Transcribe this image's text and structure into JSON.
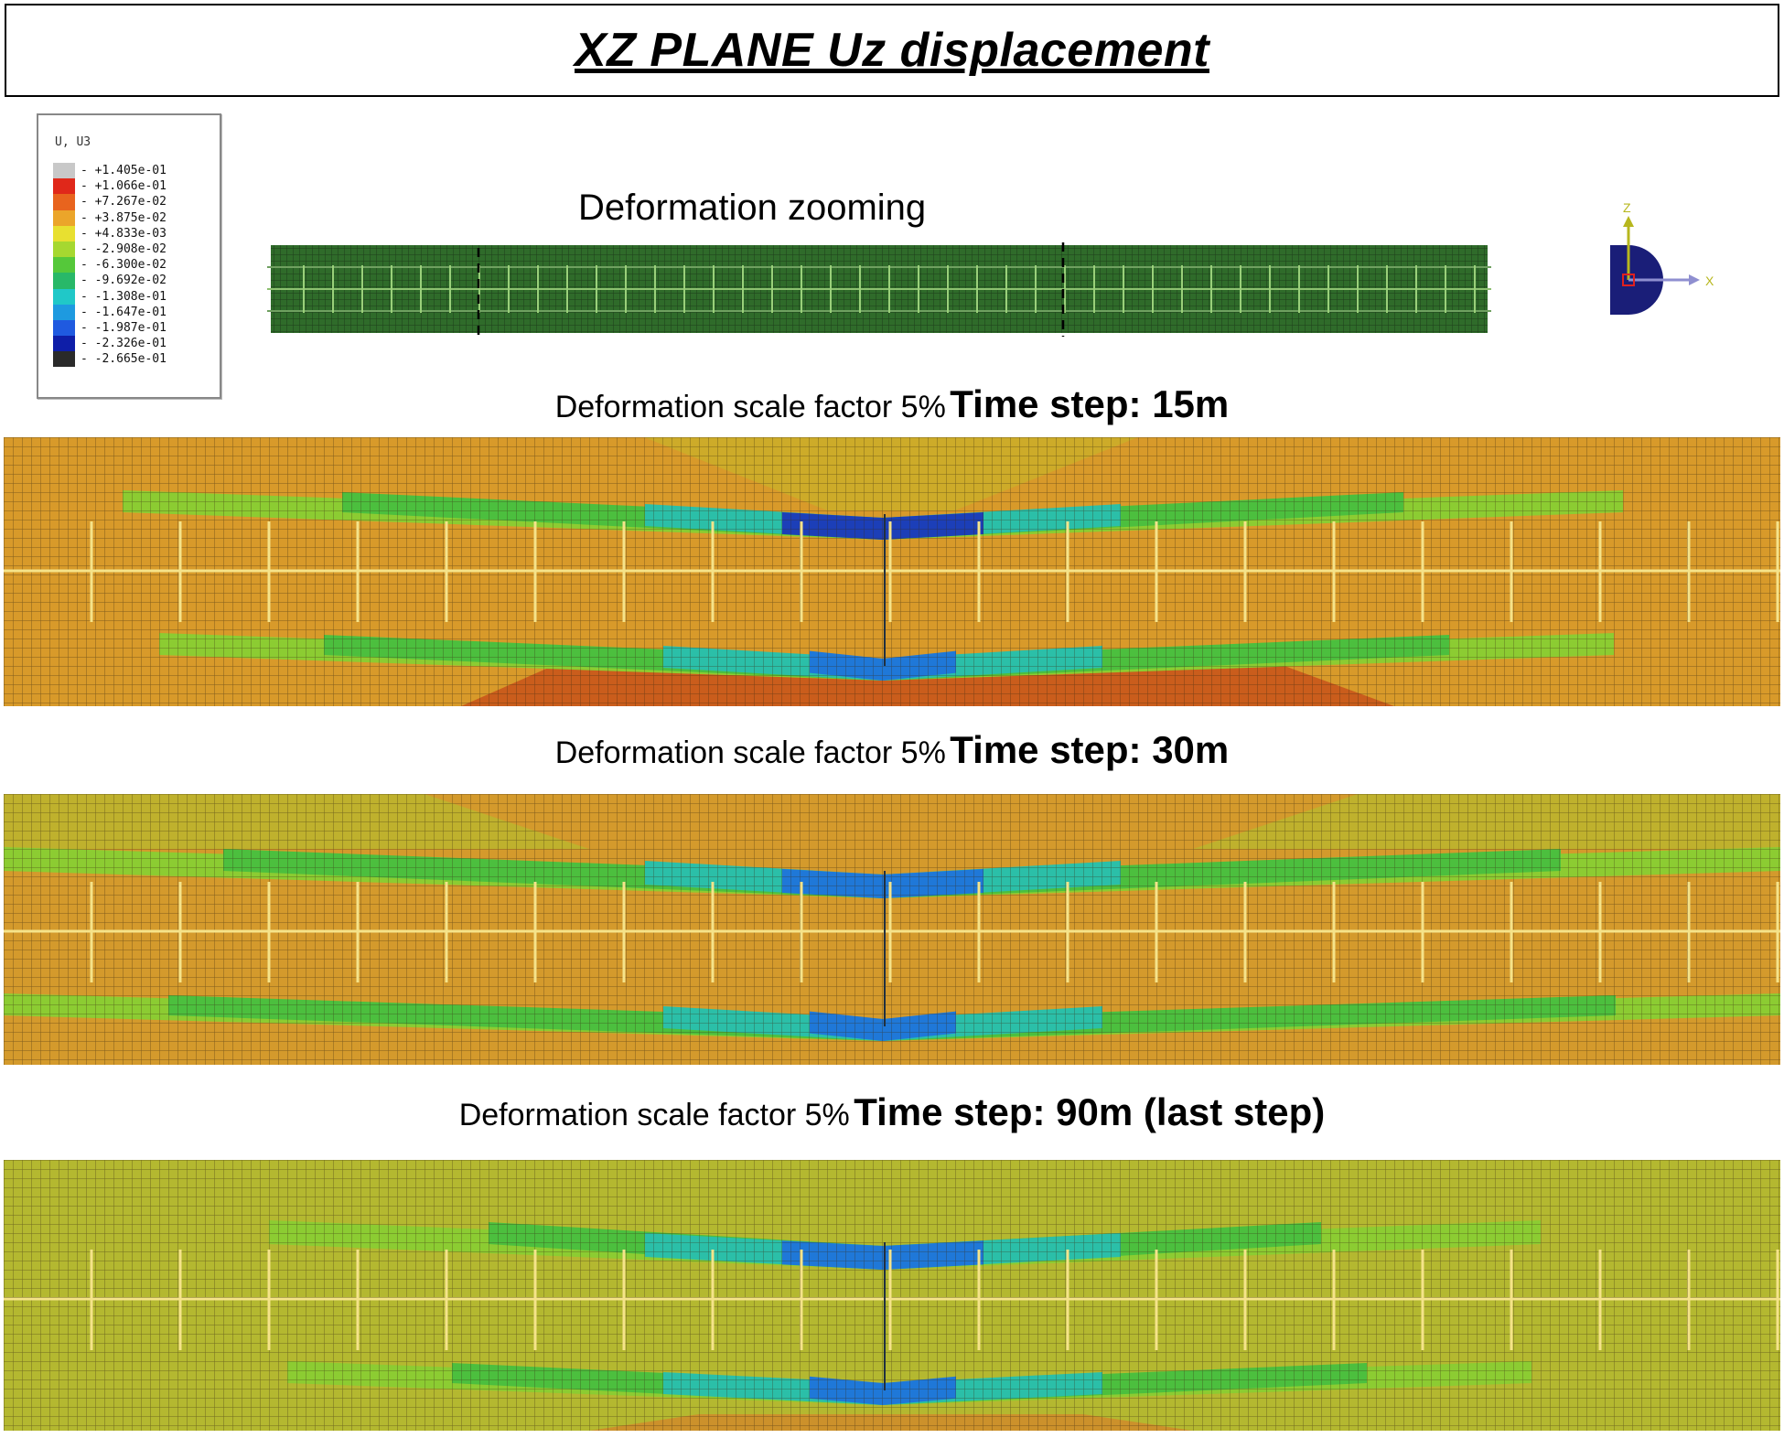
{
  "title": "XZ PLANE Uz displacement",
  "legend": {
    "title": "U, U3",
    "values": [
      "+1.405e-01",
      "+1.066e-01",
      "+7.267e-02",
      "+3.875e-02",
      "+4.833e-03",
      "-2.908e-02",
      "-6.300e-02",
      "-9.692e-02",
      "-1.308e-01",
      "-1.647e-01",
      "-1.987e-01",
      "-2.326e-01",
      "-2.665e-01"
    ],
    "colors": [
      "#c8c8c8",
      "#e0281a",
      "#e8641e",
      "#eba52a",
      "#e8e030",
      "#a6d830",
      "#55c83a",
      "#28b868",
      "#20c8c8",
      "#1e9ae0",
      "#1f5ae0",
      "#0e1ea8",
      "#2a2a2a"
    ]
  },
  "zoom_label": "Deformation zooming",
  "axes": {
    "z": "Z",
    "x": "X"
  },
  "steps": [
    {
      "prefix": "Deformation scale factor 5%",
      "bold": "Time step: 15m"
    },
    {
      "prefix": "Deformation scale factor 5%",
      "bold": "Time step: 30m"
    },
    {
      "prefix": "Deformation scale factor 5%",
      "bold": "Time step: 90m (last step)"
    }
  ],
  "colors": {
    "overview_fill": "#2f6b2a",
    "mesh_line": "#3a2a10",
    "rebar": "#f5e38a",
    "panel1_bg": "#d89a2a",
    "panel1_bottom": "#c8521a",
    "panel1_top": "#c9b02a",
    "panel2_bg": "#d49a2c",
    "panel2_top": "#b8b82e",
    "panel3_bg": "#b4b830",
    "band_green": "#4cbf3e",
    "band_lightgreen": "#8ccc32",
    "band_teal": "#2bbfa8",
    "band_blue": "#1f78d8",
    "band_darkblue": "#1c3fb8",
    "axes_body": "#1a1e78",
    "axes_arrow": "#b7b71e"
  }
}
